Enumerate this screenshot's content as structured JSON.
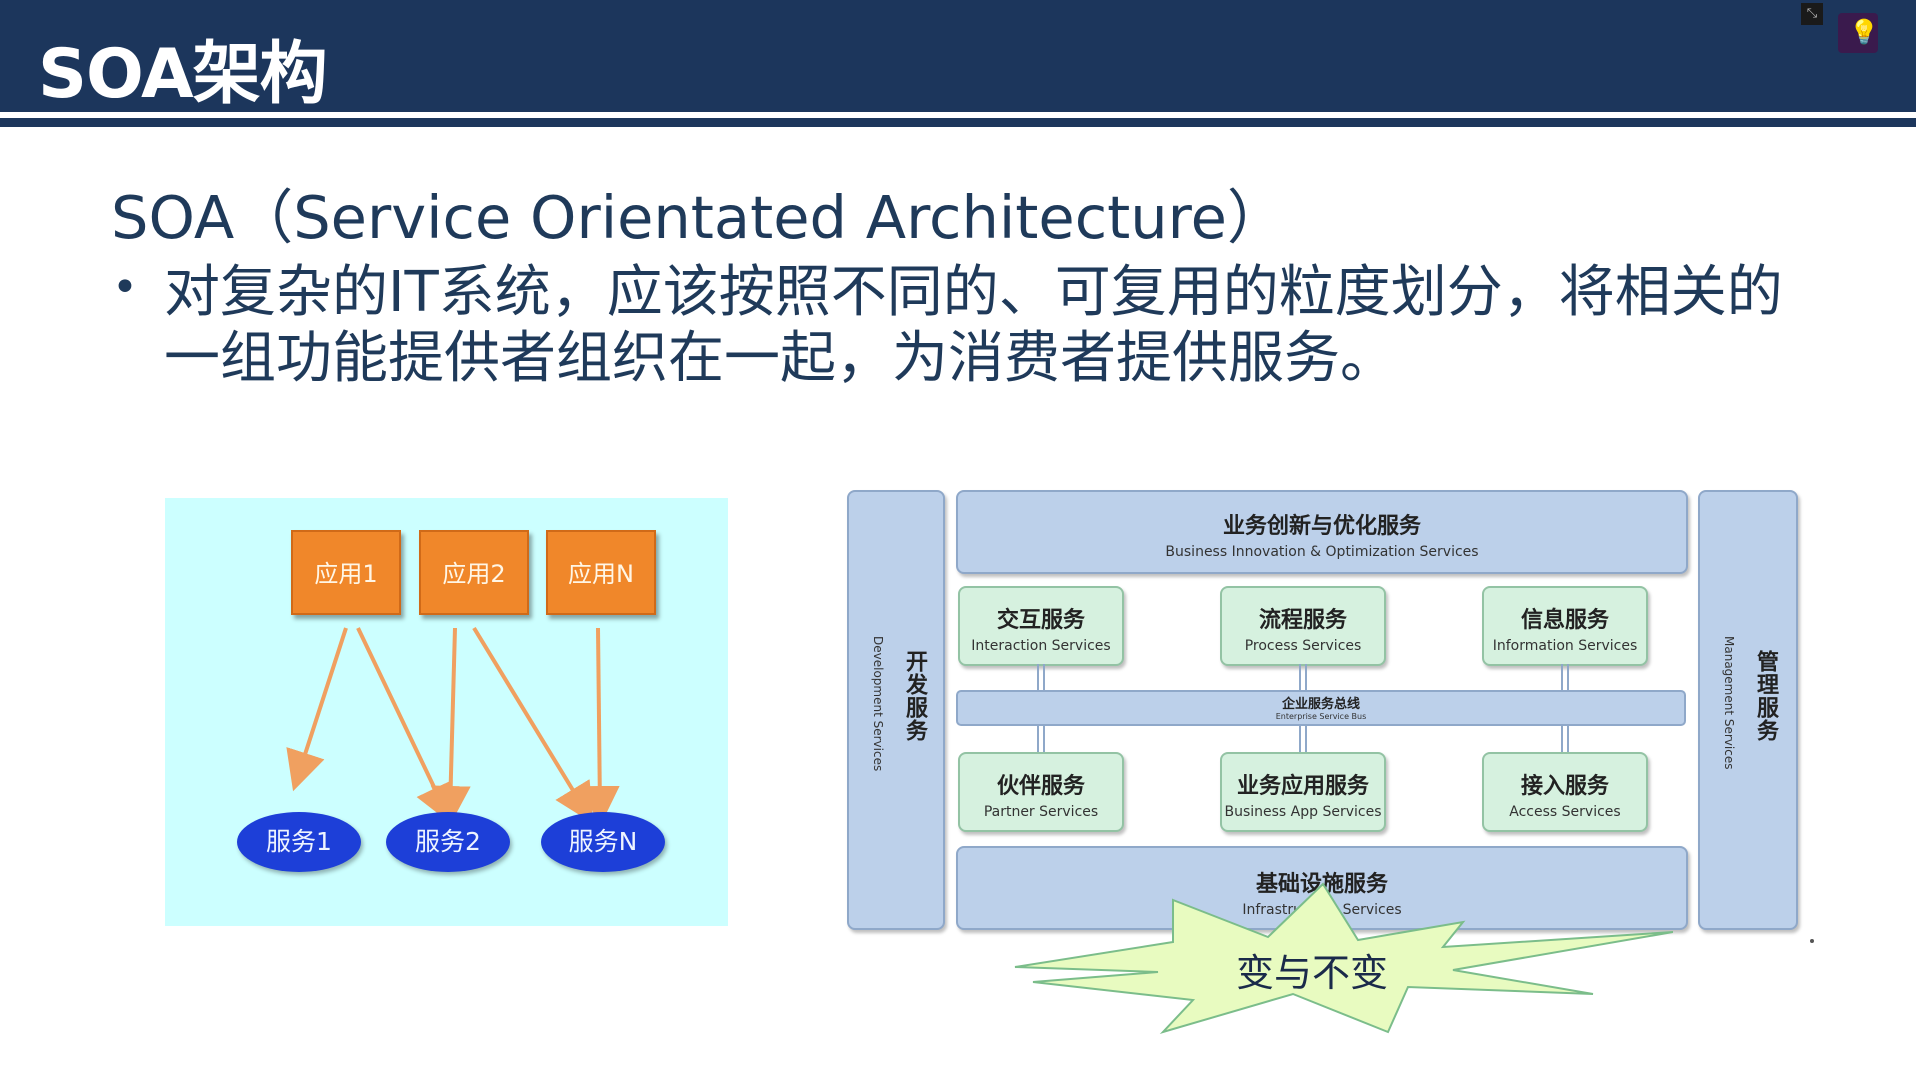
{
  "header": {
    "title": "SOA架构"
  },
  "controls": {
    "collapse_icon": "⤡",
    "lightbulb_icon": "💡"
  },
  "heading": "SOA（Service Orientated Architecture）",
  "bullet": {
    "marker": "•",
    "text": "对复杂的IT系统，应该按照不同的、可复用的粒度划分，将相关的一组功能提供者组织在一起，为消费者提供服务。"
  },
  "left_diagram": {
    "apps": [
      "应用1",
      "应用2",
      "应用N"
    ],
    "services": [
      "服务1",
      "服务2",
      "服务N"
    ],
    "colors": {
      "background": "#ccffff",
      "app": "#f0872a",
      "service": "#1d3fd8",
      "arrow": "#f0a060"
    }
  },
  "right_diagram": {
    "left_column": {
      "cn": "开发服务",
      "en": "Development Services"
    },
    "right_column": {
      "cn": "管理服务",
      "en": "Management Services"
    },
    "top": {
      "cn": "业务创新与优化服务",
      "en": "Business Innovation & Optimization Services"
    },
    "upper_row": [
      {
        "cn": "交互服务",
        "en": "Interaction Services"
      },
      {
        "cn": "流程服务",
        "en": "Process Services"
      },
      {
        "cn": "信息服务",
        "en": "Information Services"
      }
    ],
    "esb": {
      "cn": "企业服务总线",
      "en": "Enterprise Service Bus"
    },
    "lower_row": [
      {
        "cn": "伙伴服务",
        "en": "Partner Services"
      },
      {
        "cn": "业务应用服务",
        "en": "Business App Services"
      },
      {
        "cn": "接入服务",
        "en": "Access Services"
      }
    ],
    "bottom": {
      "cn": "基础设施服务",
      "en": "Infrastructure Services"
    }
  },
  "starburst": {
    "text": "变与不变",
    "color": "#e8fbc0"
  }
}
